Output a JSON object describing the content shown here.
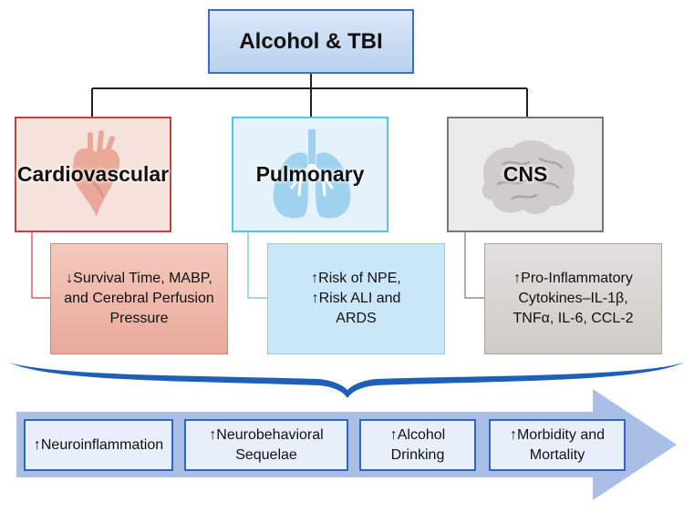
{
  "title": "Alcohol & TBI",
  "categories": [
    {
      "id": "cardio",
      "label": "Cardiovascular",
      "effect": "↓Survival Time, MABP, and Cerebral Perfusion Pressure"
    },
    {
      "id": "pulm",
      "label": "Pulmonary",
      "effect": "↑Risk of NPE, ↑Risk ALI and ARDS"
    },
    {
      "id": "cns",
      "label": "CNS",
      "effect": "↑Pro-Inflammatory Cytokines–IL-1β, TNFα, IL-6, CCL-2"
    }
  ],
  "outcomes": [
    "↑Neuroinflammation",
    "↑Neurobehavioral Sequelae",
    "↑Alcohol Drinking",
    "↑Morbidity and Mortality"
  ],
  "colors": {
    "title_border": "#3a6fc0",
    "cardio_border": "#c94040",
    "pulm_border": "#5dc3e6",
    "cns_border": "#7a7874",
    "brace": "#1f5fb8",
    "arrow": "#a9bfe5"
  },
  "icons": [
    "heart-icon",
    "lungs-icon",
    "brain-icon"
  ]
}
